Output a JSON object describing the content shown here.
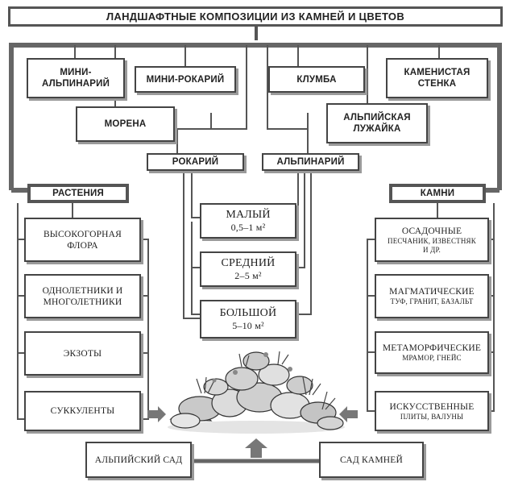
{
  "title": "ЛАНДШАФТНЫЕ КОМПОЗИЦИИ ИЗ КАМНЕЙ И ЦВЕТОВ",
  "top_items": {
    "mini_alpinary": "МИНИ-\nАЛЬПИНАРИЙ",
    "mini_rockery": "МИНИ-РОКАРИЙ",
    "flowerbed": "КЛУМБА",
    "stone_wall": "КАМЕНИСТАЯ\nСТЕНКА",
    "moraine": "МОРЕНА",
    "alpine_lawn": "АЛЬПИЙСКАЯ\nЛУЖАЙКА"
  },
  "middle": {
    "rockery": "РОКАРИЙ",
    "alpinary": "АЛЬПИНАРИЙ",
    "sizes": [
      {
        "name": "МАЛЫЙ",
        "area": "0,5–1 м²"
      },
      {
        "name": "СРЕДНИЙ",
        "area": "2–5 м²"
      },
      {
        "name": "БОЛЬШОЙ",
        "area": "5–10 м²"
      }
    ]
  },
  "plants": {
    "header": "РАСТЕНИЯ",
    "items": [
      "ВЫСОКОГОРНАЯ\nФЛОРА",
      "ОДНОЛЕТНИКИ И\nМНОГОЛЕТНИКИ",
      "ЭКЗОТЫ",
      "СУККУЛЕНТЫ"
    ]
  },
  "stones": {
    "header": "КАМНИ",
    "items": [
      {
        "name": "ОСАДОЧНЫЕ",
        "examples": "ПЕСЧАНИК, ИЗВЕСТНЯК\nИ ДР."
      },
      {
        "name": "МАГМАТИЧЕСКИЕ",
        "examples": "ТУФ, ГРАНИТ, БАЗАЛЬТ"
      },
      {
        "name": "МЕТАМОРФИЧЕСКИЕ",
        "examples": "МРАМОР, ГНЕЙС"
      },
      {
        "name": "ИСКУССТВЕННЫЕ",
        "examples": "ПЛИТЫ, ВАЛУНЫ"
      }
    ]
  },
  "bottom": {
    "alpine_garden": "АЛЬПИЙСКИЙ САД",
    "rock_garden": "САД КАМНЕЙ"
  }
}
